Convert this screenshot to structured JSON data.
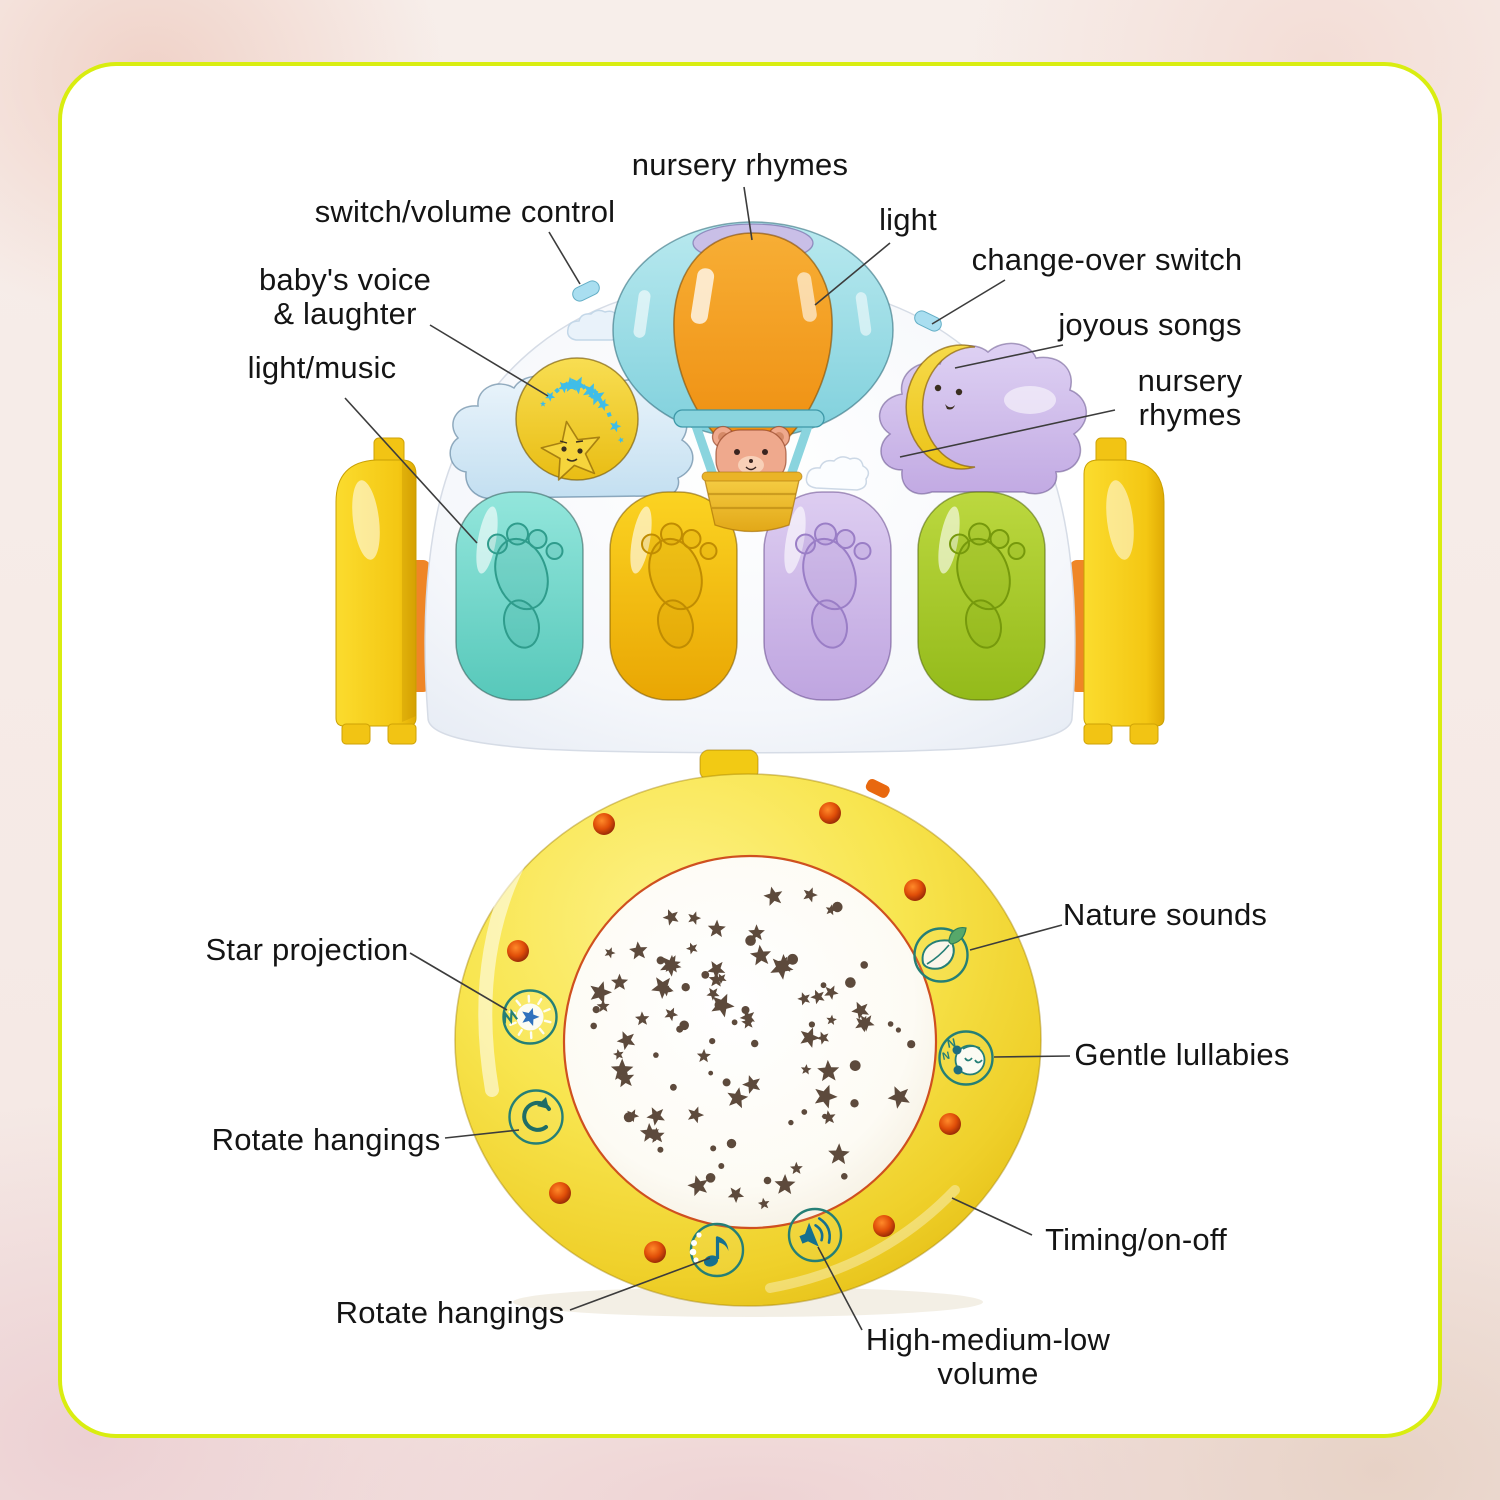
{
  "image_type": "product annotation diagram of baby musical toy",
  "page_background": "#f4e8e4",
  "card": {
    "background": "#ffffff",
    "border_color": "#d9ed10"
  },
  "annotations": {
    "top_device": {
      "nursery_rhymes": "nursery rhymes",
      "switch_volume": "switch/volume control",
      "light": "light",
      "babys_voice": "baby's voice\n& laughter",
      "change_over": "change-over switch",
      "joyous_songs": "joyous songs",
      "light_music": "light/music",
      "nursery_rhymes_side": "nursery\nrhymes"
    },
    "bottom_device": {
      "star_projection": "Star projection",
      "nature_sounds": "Nature sounds",
      "rotate_hangings_left": "Rotate hangings",
      "gentle_lullabies": "Gentle lullabies",
      "timing_on_off": "Timing/on-off",
      "rotate_hangings_bottom": "Rotate hangings",
      "high_medium_low_volume": "High-medium-low\nvolume"
    }
  },
  "icons": {
    "star_projection": "shining-star-icon",
    "rotate_hangings_left": "rotate-arrow-icon",
    "nature_sounds": "leaf-icon",
    "gentle_lullabies": "sleeping-face-icon",
    "rotate_hangings_bottom": "music-note-icon",
    "volume": "speaker-icon"
  },
  "colors": {
    "card_border": "#d9ed10",
    "balloon_orange": "#f29d2a",
    "balloon_wings_cyan": "#99dbe4",
    "balloon_tip_purple": "#c9bfe7",
    "cloud_blue": "#cfe7f3",
    "cloud_purple": "#cfc0ea",
    "star_disc_yellow": "#f2ce3c",
    "star_trail_blue": "#3fbde8",
    "moon_yellow": "#f0cf3a",
    "key_cyan": "#7edfd6",
    "key_yellow": "#f6c40a",
    "key_purple": "#cdb7e8",
    "key_green": "#a9cc2e",
    "leg_yellow": "#f8ce1e",
    "hinge_orange": "#ef8626",
    "bear_brown": "#efa98d",
    "projector_yellow": "#f7e44e",
    "dome_white": "#fdfcf8",
    "dome_ring_orange": "#cf501f",
    "projection_holes_brown": "#5d4a3c",
    "icon_teal": "#257f76",
    "icon_star_blue": "#2f72bd",
    "icon_dark_blue": "#16708f",
    "vent_hole_orange": "#e04e08",
    "label_text": "#141414",
    "callout_line": "#3c3c3c"
  }
}
